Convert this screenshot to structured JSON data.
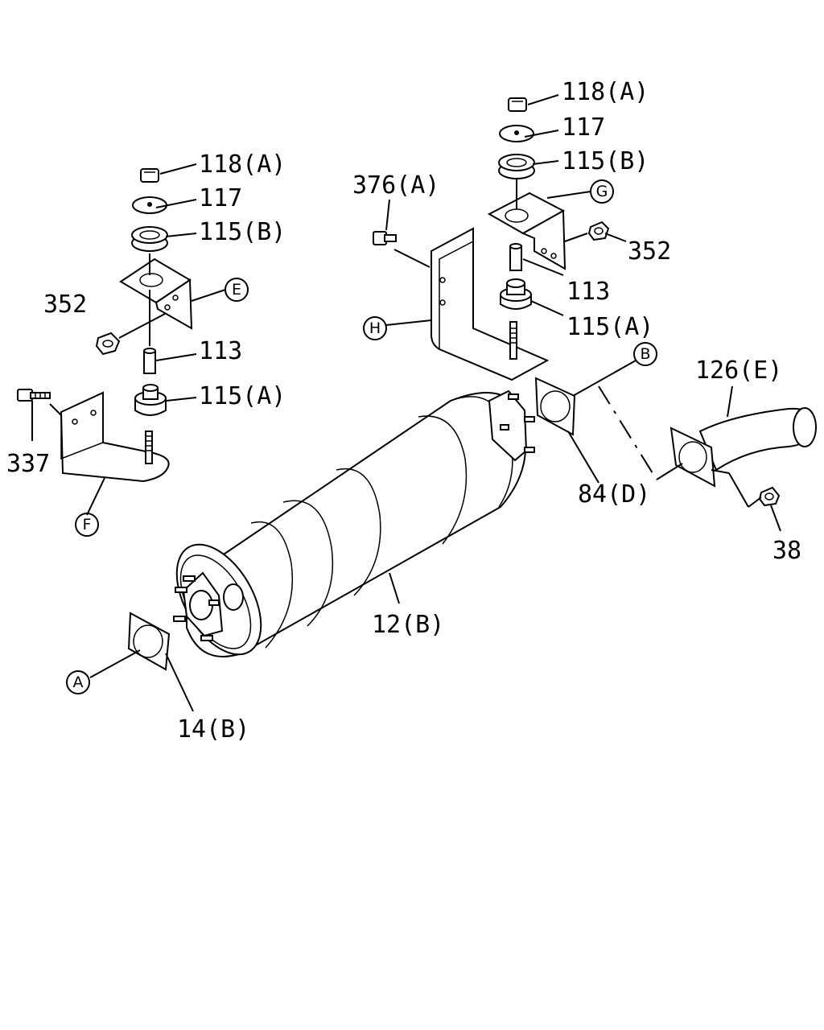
{
  "labels": {
    "l118a_left": "118(A)",
    "l117_left": "117",
    "l115b_left": "115(B)",
    "l352_left": "352",
    "l113_left": "113",
    "l115a_left": "115(A)",
    "l337": "337",
    "l376a": "376(A)",
    "l118a_right": "118(A)",
    "l117_right": "117",
    "l115b_right": "115(B)",
    "l352_right": "352",
    "l113_right": "113",
    "l115a_right": "115(A)",
    "l126e": "126(E)",
    "l84d": "84(D)",
    "l38": "38",
    "l12b": "12(B)",
    "l14b": "14(B)"
  },
  "circles": {
    "e": "E",
    "f": "F",
    "g": "G",
    "h": "H",
    "a": "A",
    "b": "B"
  }
}
